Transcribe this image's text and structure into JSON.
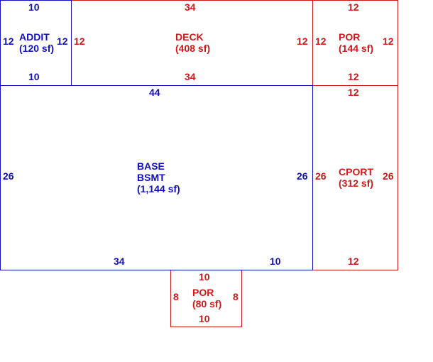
{
  "areas": {
    "addit": {
      "name": "ADDIT",
      "size": "(120 sf)",
      "top": "10",
      "bottom": "10",
      "left": "12",
      "right": "12"
    },
    "deck": {
      "name": "DECK",
      "size": "(408 sf)",
      "top": "34",
      "bottom": "34",
      "left": "12",
      "right": "12"
    },
    "por_top": {
      "name": "POR",
      "size": "(144 sf)",
      "top": "12",
      "bottom": "12",
      "left": "12",
      "right": "12"
    },
    "base": {
      "name": "BASE",
      "name2": "BSMT",
      "size": "(1,144 sf)",
      "top": "44",
      "bottom_left": "34",
      "bottom_right": "10",
      "left": "26",
      "right": "26"
    },
    "cport": {
      "name": "CPORT",
      "size": "(312 sf)",
      "top": "12",
      "bottom": "12",
      "left": "26",
      "right": "26"
    },
    "por_bottom": {
      "name": "POR",
      "size": "(80 sf)",
      "top": "10",
      "bottom": "10",
      "left": "8",
      "right": "8"
    }
  },
  "colors": {
    "living": "#1111bb",
    "exterior": "#d01818"
  }
}
